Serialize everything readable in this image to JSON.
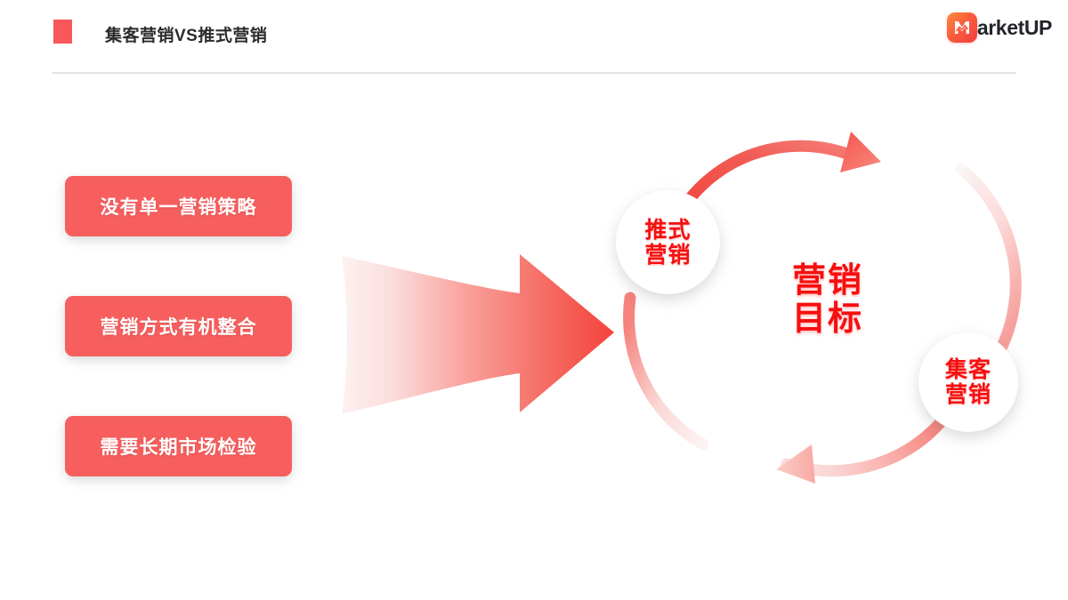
{
  "header": {
    "title": "集客营销VS推式营销",
    "marker_color": "#f9585a",
    "divider_color": "#e2e2e2"
  },
  "logo": {
    "text": "arketUP",
    "mark_letter": "M",
    "full_name": "MarketUP",
    "gradient_from": "#fb8a3c",
    "gradient_to": "#f43f3f"
  },
  "left_panel": {
    "pill_color": "#f75f5f",
    "items": [
      {
        "label": "没有单一营销策略"
      },
      {
        "label": "营销方式有机整合"
      },
      {
        "label": "需要长期市场检验"
      }
    ]
  },
  "flow": {
    "arrow_direction": "right",
    "arrow_gradient_from": "#fdeeee",
    "arrow_gradient_to": "#f4463f"
  },
  "cycle": {
    "accent_color": "#f25a5a",
    "center": {
      "line1": "营销",
      "line2": "目标"
    },
    "nodes": [
      {
        "id": "push",
        "line1": "推式",
        "line2": "营销"
      },
      {
        "id": "inbound",
        "line1": "集客",
        "line2": "营销"
      }
    ]
  }
}
